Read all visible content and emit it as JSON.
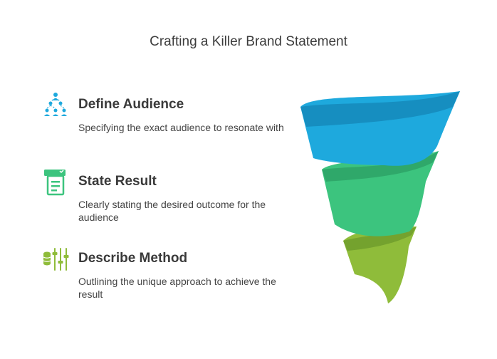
{
  "title": "Crafting a Killer Brand Statement",
  "items": [
    {
      "heading": "Define Audience",
      "description": "Specifying the exact audience to resonate with",
      "icon": "audience-hierarchy-icon",
      "color": "#1ea9dd"
    },
    {
      "heading": "State Result",
      "description": "Clearly stating the desired outcome for the audience",
      "icon": "certificate-document-icon",
      "color": "#3cc47e"
    },
    {
      "heading": "Describe Method",
      "description": "Outlining the unique approach to achieve the result",
      "icon": "database-sliders-icon",
      "color": "#8fbc3a"
    }
  ],
  "colors": {
    "blue": "#1ea9dd",
    "green": "#3cc47e",
    "olive": "#8fbc3a"
  }
}
